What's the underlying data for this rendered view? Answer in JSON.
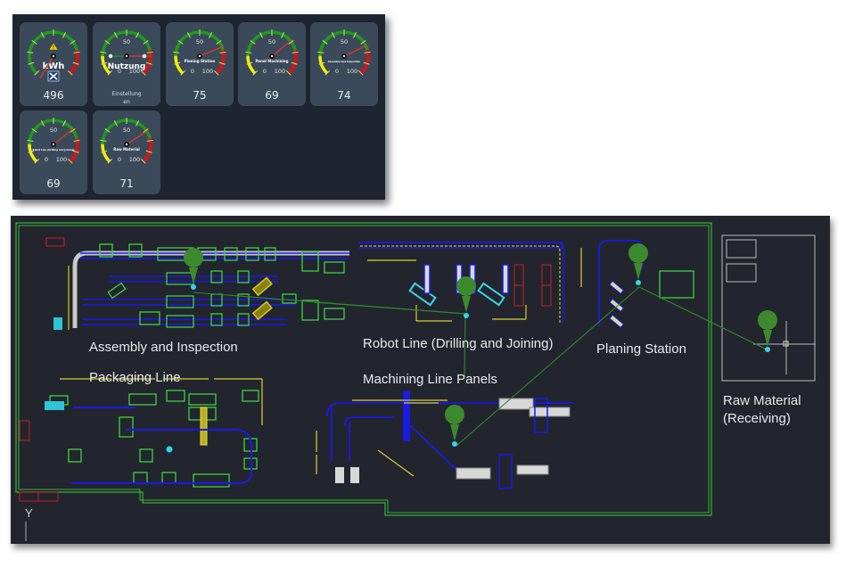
{
  "gauges": [
    {
      "id": "energy",
      "label": "kWh",
      "value": "496",
      "needle_fraction": -0.05,
      "icons": [
        "warning-icon",
        "tools-icon"
      ],
      "show_scale": false
    },
    {
      "id": "usage",
      "label": "Nutzung",
      "value": "",
      "subtitle_line1": "Einstellung",
      "subtitle_line2": "en",
      "needle_fraction": 0.5,
      "show_scale": true
    },
    {
      "id": "planing",
      "label": "Planing Station",
      "value": "75",
      "needle_fraction": 0.75,
      "show_scale": true
    },
    {
      "id": "panel-machining",
      "label": "Panel Machining",
      "value": "69",
      "needle_fraction": 0.69,
      "show_scale": true
    },
    {
      "id": "assembly-inspection",
      "label": "Assembly and Inspection",
      "value": "74",
      "needle_fraction": 0.74,
      "show_scale": true
    },
    {
      "id": "robot-line",
      "label": "Robot Line (Drilling and Joining)",
      "value": "69",
      "needle_fraction": 0.69,
      "show_scale": true
    },
    {
      "id": "raw-material",
      "label": "Raw Material",
      "value": "71",
      "needle_fraction": 0.71,
      "show_scale": true
    }
  ],
  "scale": {
    "min": "0",
    "mid": "50",
    "max": "100"
  },
  "colors": {
    "panel_bg": "#1e2430",
    "tile_bg": "#3b4a5a",
    "green": "#1e9a1e",
    "yellow": "#f0f000",
    "red": "#e01010",
    "needle": "#e03a20",
    "floor_bg": "#22252e",
    "wall": "#35b535",
    "conveyor": "#1a1ae6",
    "machine": "#3fe03f",
    "marker": "#3d8a2e",
    "cyan": "#33d6e8"
  },
  "floor": {
    "zones": [
      {
        "id": "assembly",
        "label": "Assembly and Inspection"
      },
      {
        "id": "robot",
        "label": "Robot Line (Drilling and Joining)"
      },
      {
        "id": "planing",
        "label": "Planing Station"
      },
      {
        "id": "packaging",
        "label": "Packaging Line"
      },
      {
        "id": "machining",
        "label": "Machining Line Panels"
      },
      {
        "id": "raw",
        "label_line1": "Raw Material",
        "label_line2": "(Receiving)"
      }
    ],
    "axis_label": "Y"
  }
}
